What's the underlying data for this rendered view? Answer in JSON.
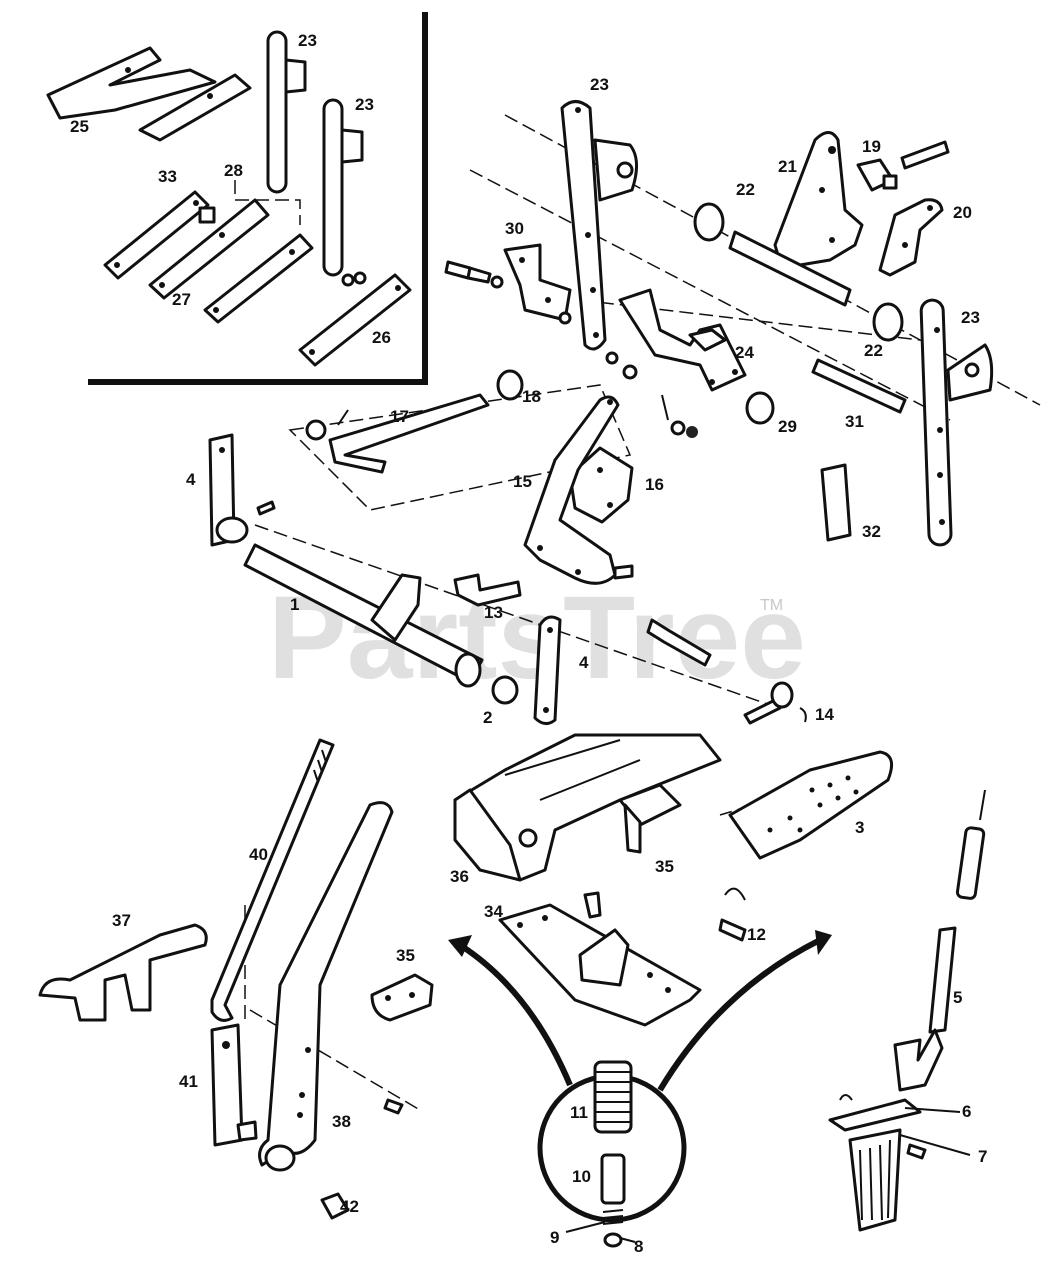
{
  "watermark": {
    "text": "PartsTree",
    "mark": "TM"
  },
  "callouts": {
    "p1": "1",
    "p2": "2",
    "p3": "3",
    "p4a": "4",
    "p4b": "4",
    "p5": "5",
    "p6": "6",
    "p7": "7",
    "p8": "8",
    "p9": "9",
    "p10": "10",
    "p11": "11",
    "p12": "12",
    "p13": "13",
    "p14": "14",
    "p15": "15",
    "p16": "16",
    "p17": "17",
    "p18": "18",
    "p19": "19",
    "p20": "20",
    "p21": "21",
    "p22a": "22",
    "p22b": "22",
    "p23a": "23",
    "p23b": "23",
    "p23c": "23",
    "p23d": "23",
    "p24": "24",
    "p25": "25",
    "p26": "26",
    "p27": "27",
    "p28": "28",
    "p29": "29",
    "p30": "30",
    "p31": "31",
    "p32": "32",
    "p33": "33",
    "p34": "34",
    "p35a": "35",
    "p35b": "35",
    "p36": "36",
    "p37": "37",
    "p38": "38",
    "p40": "40",
    "p41": "41",
    "p42": "42"
  }
}
